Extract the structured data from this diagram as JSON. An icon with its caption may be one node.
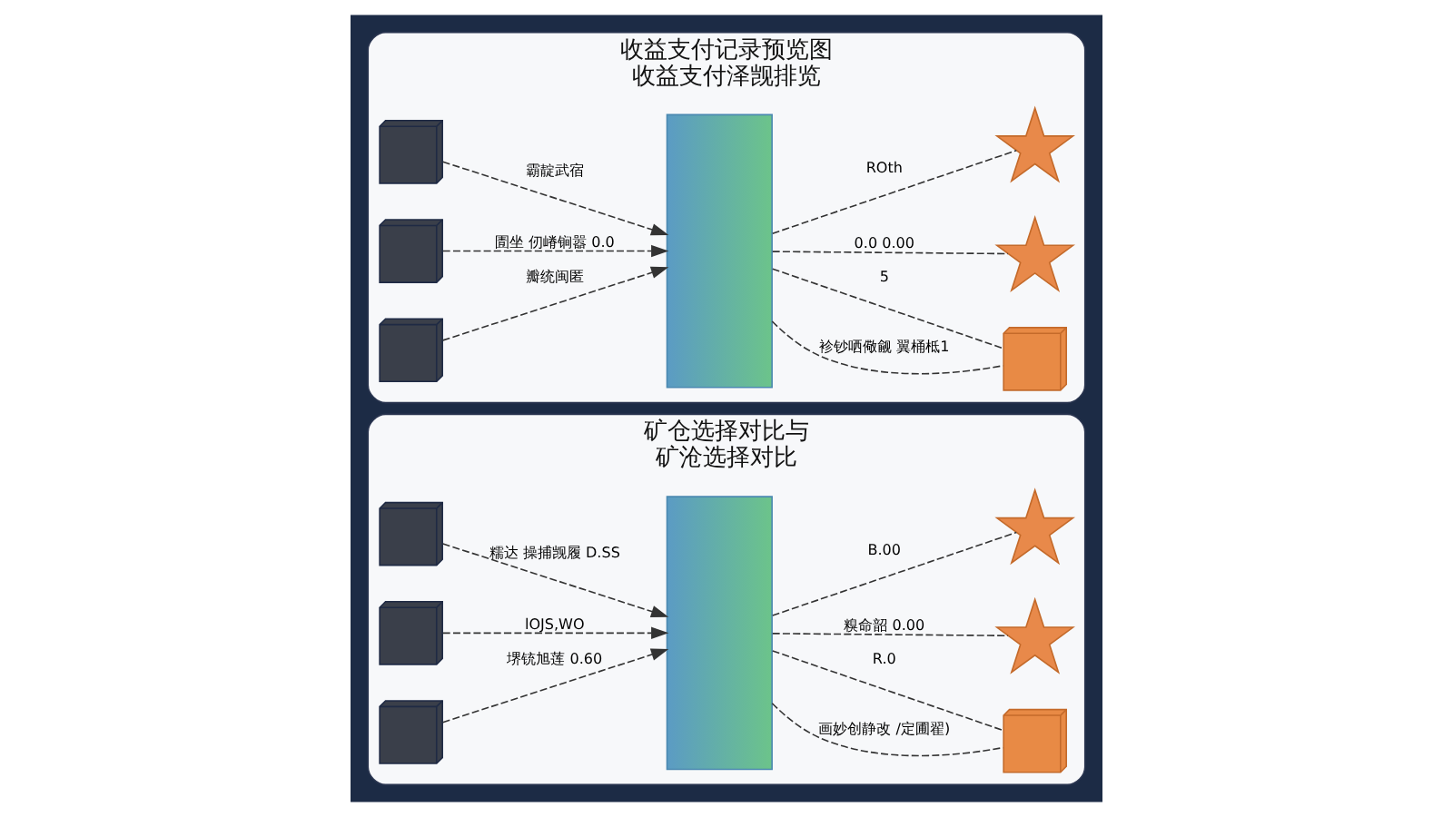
{
  "diagram": {
    "nodes": [
      {
        "text": [
          "矿仓选择对比与",
          "矿沧选择对比"
        ]
      },
      {
        "text": [],
        "shape": "picture",
        "in": 0
      },
      {
        "text": [],
        "shape": "picture",
        "in": 0
      },
      {
        "text": [],
        "shape": "picture",
        "in": 0
      },
      {
        "text": [],
        "shape": "picture",
        "in": 0
      },
      {
        "text": [],
        "shape": "picture",
        "in": 0
      },
      {
        "text": [],
        "shape": "picture",
        "in": 0
      },
      {
        "text": [],
        "shape": "picture",
        "in": 0
      },
      {
        "text": [
          "收益支付记录预览图",
          "收益支付泽觊排览"
        ]
      },
      {
        "text": [],
        "shape": "picture",
        "in": 8
      },
      {
        "text": [],
        "shape": "picture",
        "in": 8
      },
      {
        "text": [],
        "shape": "picture",
        "in": 8
      },
      {
        "text": [],
        "shape": "picture",
        "in": 8
      },
      {
        "text": [],
        "shape": "picture",
        "in": 8
      },
      {
        "text": [],
        "shape": "picture",
        "in": 8
      },
      {
        "text": [],
        "shape": "picture",
        "in": 8
      }
    ],
    "edges": [
      {
        "from": 1,
        "to": 4,
        "arrow": "to",
        "style": "dashed",
        "label": "糯达 操捕觊履 D.SS"
      },
      {
        "from": 2,
        "to": 4,
        "arrow": "to",
        "style": "dashed",
        "label": "lOJS,WO"
      },
      {
        "from": 3,
        "to": 4,
        "arrow": "to",
        "style": "dashed",
        "label": "堺铳旭莲 0.60"
      },
      {
        "from": 4,
        "to": 5,
        "arrow": "none",
        "style": "dashed",
        "label": "画妙创静改 /定圃翟)"
      },
      {
        "from": 4,
        "to": 5,
        "arrow": "none",
        "style": "dashed",
        "label": "R.0"
      },
      {
        "from": 4,
        "to": 6,
        "arrow": "none",
        "style": "dashed",
        "label": "糗命韶 0.00"
      },
      {
        "from": 4,
        "to": 7,
        "arrow": "none",
        "style": "dashed",
        "label": "B.00"
      },
      {
        "from": 9,
        "to": 12,
        "arrow": "to",
        "style": "dashed",
        "label": "霸靛武宿"
      },
      {
        "from": 10,
        "to": 12,
        "arrow": "to",
        "style": "dashed",
        "label": "圊坐 仞嵴锏嚣 0.0"
      },
      {
        "from": 11,
        "to": 12,
        "arrow": "to",
        "style": "dashed",
        "label": "瓣统闽匿"
      },
      {
        "from": 12,
        "to": 13,
        "arrow": "none",
        "style": "dashed",
        "label": "袗钞哂儆觎 翼桶柢1"
      },
      {
        "from": 12,
        "to": 13,
        "arrow": "none",
        "style": "dashed",
        "label": "5"
      },
      {
        "from": 12,
        "to": 14,
        "arrow": "none",
        "style": "dashed",
        "label": "0.0 0.00"
      },
      {
        "from": 12,
        "to": 15,
        "arrow": "none",
        "style": "dashed",
        "label": "ROth"
      }
    ]
  }
}
